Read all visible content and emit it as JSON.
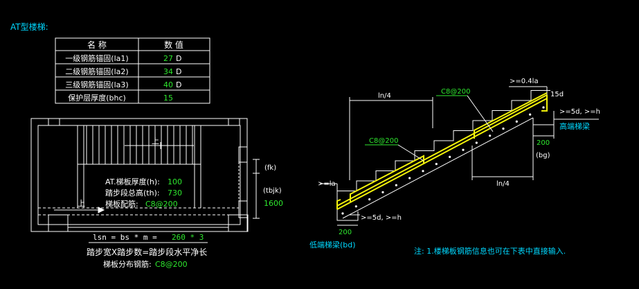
{
  "title": "AT型楼梯:",
  "table": {
    "headers": [
      "名 称",
      "数 值"
    ],
    "rows": [
      {
        "name": "一级钢筋锚固(la1)",
        "value": "27",
        "unit": "D"
      },
      {
        "name": "二级钢筋锚固(la2)",
        "value": "34",
        "unit": "D"
      },
      {
        "name": "三级钢筋锚固(la3)",
        "value": "40",
        "unit": "D"
      },
      {
        "name": "保护层厚度(bhc)",
        "value": "15",
        "unit": ""
      }
    ]
  },
  "plan": {
    "arrow_up_top": "上",
    "arrow_up_left": "上",
    "label_thickness": "AT.梯板厚度(h):",
    "value_thickness": "100",
    "label_height": "踏步段总高(th):",
    "value_height": "730",
    "label_rebar": "梯板配筋:",
    "value_rebar": "C8@200",
    "fk": "(fk)",
    "tbjk": "(tbjk)",
    "tbjk_value": "1600",
    "lsn_formula_prefix": "lsn = bs * m = ",
    "lsn_formula_value": "260 * 3",
    "caption_line1": "踏步宽X踏步数=踏步段水平净长",
    "caption_line2_label": "梯板分布钢筋:",
    "caption_line2_value": "C8@200"
  },
  "section": {
    "top_rebar": "C8@200",
    "mid_rebar": "C8@200",
    "ln4_top": "ln/4",
    "ln4_bottom": "ln/4",
    "la_top": ">=0.4la",
    "d15": "15d",
    "d5_high": ">=5d, >=h",
    "high_beam": "高端梯梁",
    "beam_200_right": "200",
    "bg": "(bg)",
    "la_low": ">=la",
    "d5_low": ">=5d, >=h",
    "beam_200_left": "200",
    "low_beam": "低端梯梁(bd)"
  },
  "note": "注: 1.楼梯板钢筋信息也可在下表中直接输入.",
  "colors": {
    "cyan": "#00d8ff",
    "green": "#2ee82e",
    "yellow": "#f2f20a",
    "white": "#ffffff"
  }
}
